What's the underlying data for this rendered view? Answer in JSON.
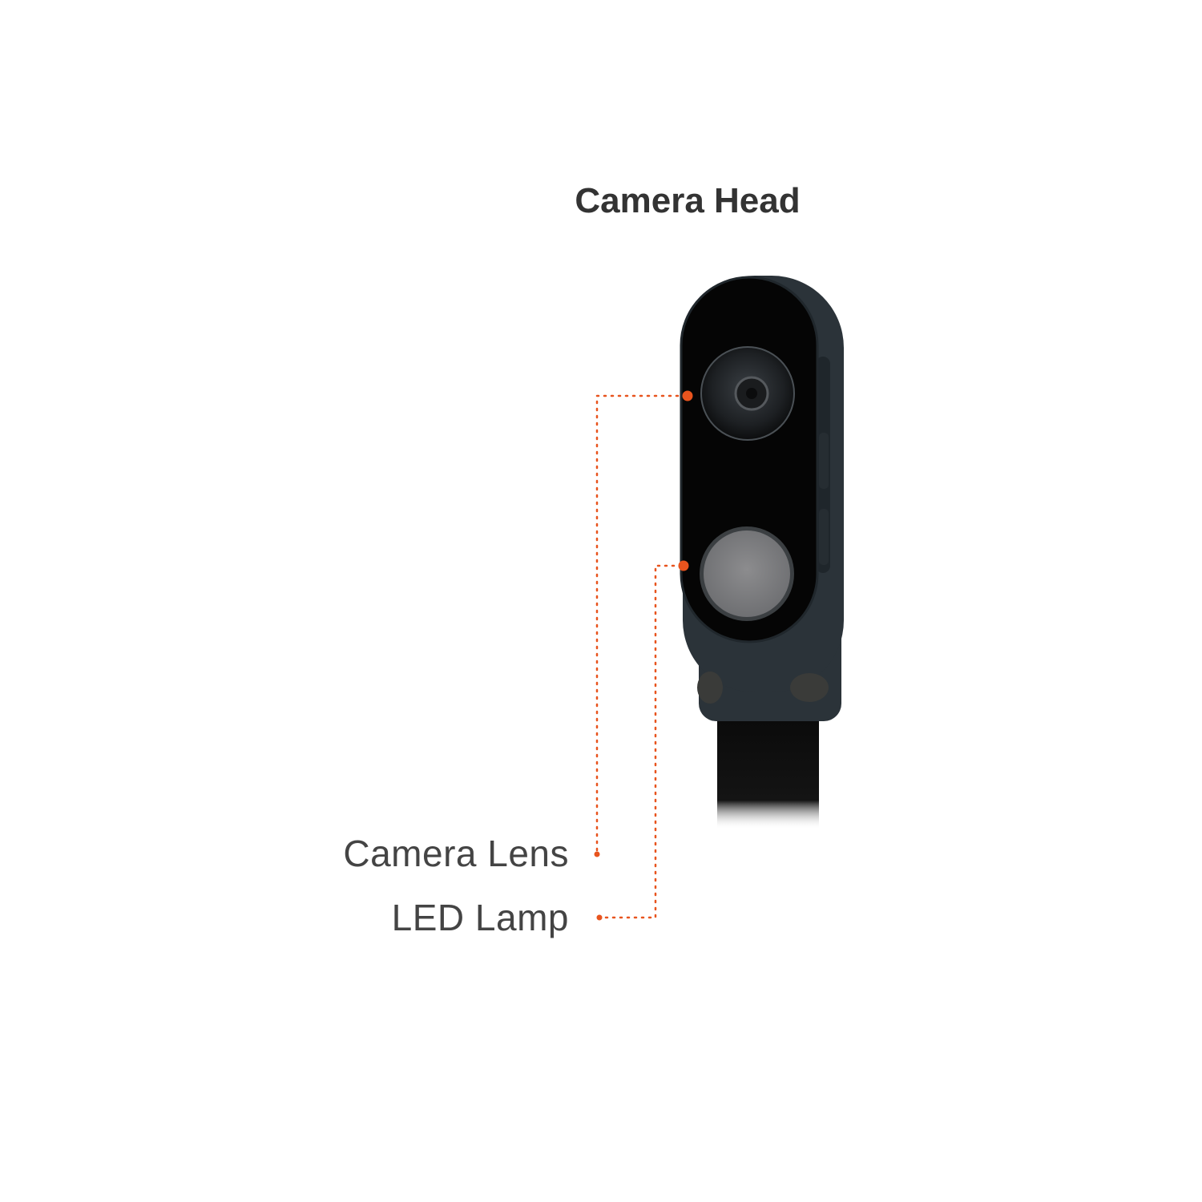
{
  "title": "Camera Head",
  "callouts": [
    {
      "label": "Camera Lens",
      "target": "camera-lens"
    },
    {
      "label": "LED Lamp",
      "target": "led-lamp"
    }
  ],
  "colors": {
    "accent": "#e8541e",
    "body": "#2b3339",
    "front_panel": "#050505",
    "text": "#333333"
  }
}
